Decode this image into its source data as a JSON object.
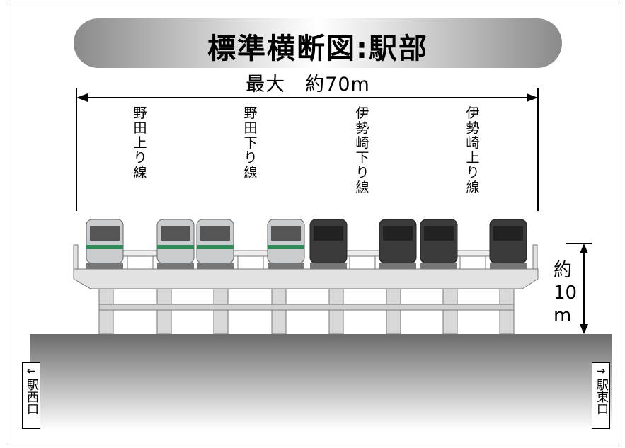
{
  "title": "標準横断図:駅部",
  "width_label": "最大　約70m",
  "height_label": "約\n10\nm",
  "tracks": [
    {
      "label": "野田上り線"
    },
    {
      "label": "野田下り線"
    },
    {
      "label": "伊勢崎下り線"
    },
    {
      "label": "伊勢崎上り線"
    }
  ],
  "exits": {
    "west": {
      "arrow": "←",
      "label": "駅西口"
    },
    "east": {
      "arrow": "→",
      "label": "駅東口"
    }
  },
  "colors": {
    "noda_train": "#c9cdd0",
    "isesaki_train": "#3b3b3b",
    "structure": "#d9d9d9",
    "ground_dark": "#6b6b6b"
  }
}
